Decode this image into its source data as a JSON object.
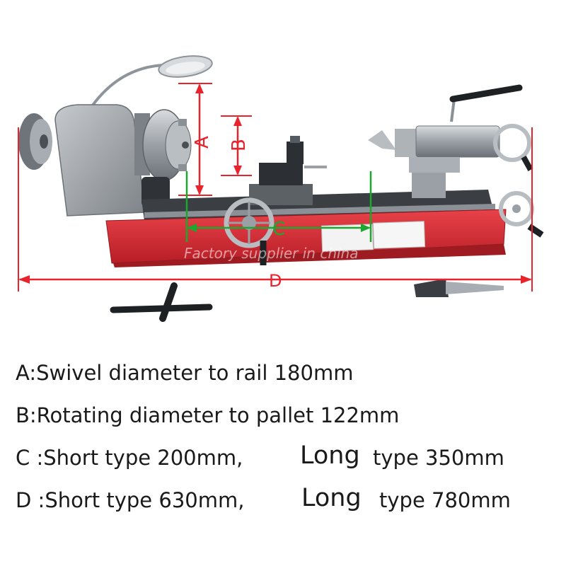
{
  "figure": {
    "dim_labels": {
      "a": "A",
      "b": "B",
      "c": "C",
      "d": "D"
    },
    "watermark": "Factory supplier in china",
    "colors": {
      "bed_red": "#d92b33",
      "dimension_red": "#e8232c",
      "dimension_green": "#1ba82e",
      "steel": "#9aa0a6"
    }
  },
  "specs": {
    "a": "A:Swivel diameter to rail 180mm",
    "b": "B:Rotating diameter to pallet 122mm",
    "c_short": "C :Short type 200mm,",
    "c_long_word": "Long",
    "c_long_value": "type 350mm",
    "d_short": "D :Short type 630mm,",
    "d_long_word": "Long",
    "d_long_value": "type 780mm"
  }
}
